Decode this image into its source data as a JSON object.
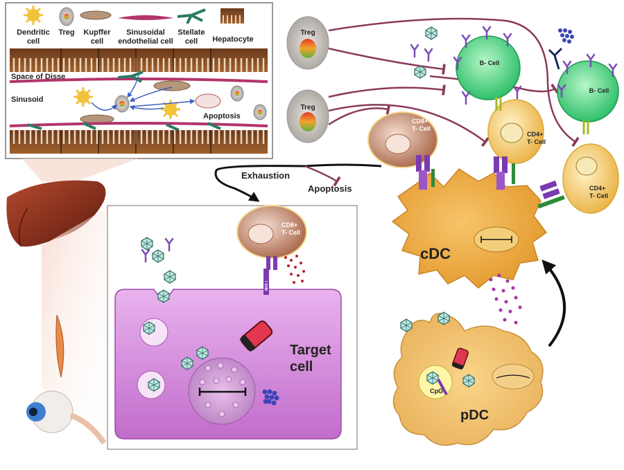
{
  "legend": {
    "dendritic": [
      "Dendritic",
      "cell"
    ],
    "treg": "Treg",
    "kupffer": [
      "Kupffer",
      "cell"
    ],
    "sinusoidal": [
      "Sinusoidal",
      "endothelial cell"
    ],
    "stellate": [
      "Stellate",
      "cell"
    ],
    "hepatocyte": "Hepatocyte"
  },
  "liver_panel": {
    "space_of_disse": "Space of Disse",
    "sinusoid": "Sinusoid",
    "apoptosis": "Apoptosis"
  },
  "cells": {
    "treg_top": "Treg",
    "treg_mid": "Treg",
    "b_cell_1": "B- Cell",
    "b_cell_2": "B- Cell",
    "cd8_top": [
      "CD8+",
      "T- Cell"
    ],
    "cd8_target": [
      "CD8+",
      "T- Cell"
    ],
    "cd4_1": [
      "CD4+",
      "T- Cell"
    ],
    "cd4_2": [
      "CD4+",
      "T- Cell"
    ],
    "cdc": "cDC",
    "pdc": "pDC",
    "target": [
      "Target",
      "cell"
    ],
    "cpg": "CpG",
    "mhc": "MHC I"
  },
  "outcomes": {
    "exhaustion": "Exhaustion",
    "apoptosis": "Apoptosis"
  },
  "colors": {
    "dc": "#f0b24a",
    "target_cell": "#d98be0",
    "b_cell": "#4fd98a",
    "t_cell": "#c99078",
    "cd4": "#f2c75a",
    "inhibition_line": "#8a3a5a",
    "liver": "#8a2a18"
  }
}
